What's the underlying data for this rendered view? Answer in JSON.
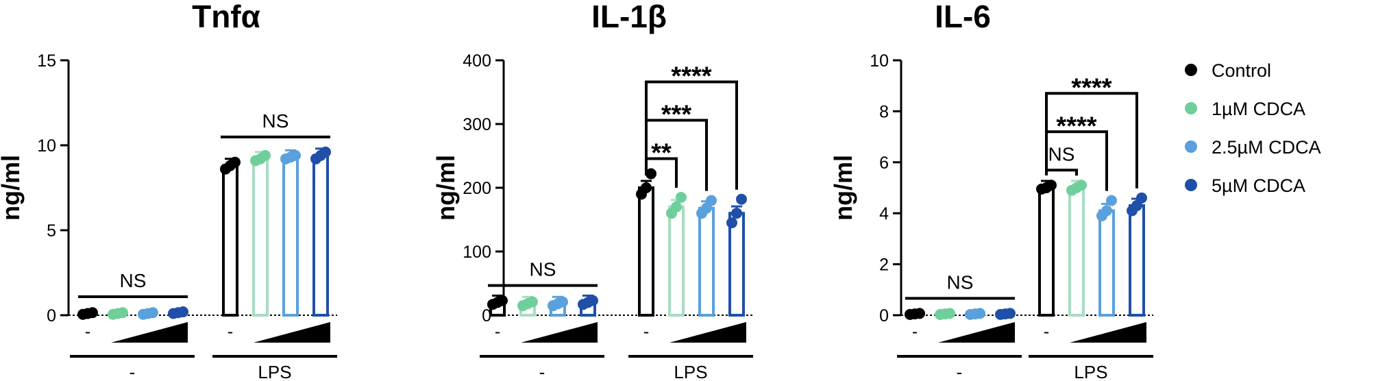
{
  "legend": [
    {
      "label": "Control",
      "color": "#000000",
      "bar_color": "#000000"
    },
    {
      "label": "1µM CDCA",
      "color": "#6fcf9b",
      "bar_color": "#a8dcc2"
    },
    {
      "label": "2.5µM CDCA",
      "color": "#5aa0dc",
      "bar_color": "#5aa0dc"
    },
    {
      "label": "5µM CDCA",
      "color": "#1f4fa8",
      "bar_color": "#1f4fa8"
    }
  ],
  "chart_data": [
    {
      "type": "bar",
      "title": "Tnfα",
      "ylabel": "ng/ml",
      "ylim": [
        0,
        15
      ],
      "yticks": [
        "0",
        "5",
        "10",
        "15"
      ],
      "groups": [
        {
          "label": "-",
          "sub_labels": [
            "-"
          ],
          "values": [
            0.1,
            0.1,
            0.1,
            0.15
          ],
          "points": [
            [
              0.05,
              0.1,
              0.15
            ],
            [
              0.05,
              0.1,
              0.15
            ],
            [
              0.05,
              0.1,
              0.15
            ],
            [
              0.1,
              0.15,
              0.2
            ]
          ],
          "annotations": [
            {
              "text": "NS",
              "from": 0,
              "to": 3
            }
          ]
        },
        {
          "label": "LPS",
          "sub_labels": [
            "-"
          ],
          "values": [
            8.8,
            9.2,
            9.3,
            9.4
          ],
          "points": [
            [
              8.6,
              8.8,
              9.0
            ],
            [
              9.1,
              9.2,
              9.4
            ],
            [
              9.2,
              9.3,
              9.4
            ],
            [
              9.2,
              9.4,
              9.6
            ]
          ],
          "annotations": [
            {
              "text": "NS",
              "from": 0,
              "to": 3
            }
          ]
        }
      ]
    },
    {
      "type": "bar",
      "title": "IL-1β",
      "ylabel": "ng/ml",
      "ylim": [
        0,
        400
      ],
      "yticks": [
        "0",
        "100",
        "200",
        "300",
        "400"
      ],
      "groups": [
        {
          "label": "-",
          "sub_labels": [
            "-"
          ],
          "values": [
            20,
            18,
            18,
            20
          ],
          "points": [
            [
              17,
              20,
              23
            ],
            [
              15,
              18,
              21
            ],
            [
              15,
              18,
              21
            ],
            [
              17,
              20,
              23
            ]
          ],
          "annotations": [
            {
              "text": "NS",
              "from": 0,
              "to": 3
            }
          ]
        },
        {
          "label": "LPS",
          "sub_labels": [
            "-"
          ],
          "values": [
            200,
            170,
            168,
            160
          ],
          "points": [
            [
              190,
              200,
              222
            ],
            [
              160,
              170,
              185
            ],
            [
              160,
              168,
              180
            ],
            [
              145,
              160,
              182
            ]
          ],
          "annotations": [
            {
              "text": "**",
              "from": 0,
              "to": 1
            },
            {
              "text": "***",
              "from": 0,
              "to": 2
            },
            {
              "text": "****",
              "from": 0,
              "to": 3
            }
          ]
        }
      ]
    },
    {
      "type": "bar",
      "title": "IL-6",
      "ylabel": "ng/ml",
      "ylim": [
        0,
        10
      ],
      "yticks": [
        "0",
        "2",
        "4",
        "6",
        "8",
        "10"
      ],
      "groups": [
        {
          "label": "-",
          "sub_labels": [
            "-"
          ],
          "values": [
            0.05,
            0.05,
            0.05,
            0.05
          ],
          "points": [
            [
              0.03,
              0.05,
              0.07
            ],
            [
              0.03,
              0.05,
              0.07
            ],
            [
              0.03,
              0.05,
              0.07
            ],
            [
              0.03,
              0.05,
              0.07
            ]
          ],
          "annotations": [
            {
              "text": "NS",
              "from": 0,
              "to": 3
            }
          ]
        },
        {
          "label": "LPS",
          "sub_labels": [
            "-"
          ],
          "values": [
            5.0,
            5.0,
            4.1,
            4.3
          ],
          "points": [
            [
              4.95,
              5.0,
              5.1
            ],
            [
              4.9,
              5.0,
              5.1
            ],
            [
              3.9,
              4.1,
              4.5
            ],
            [
              4.1,
              4.3,
              4.6
            ]
          ],
          "annotations": [
            {
              "text": "NS",
              "from": 0,
              "to": 1
            },
            {
              "text": "****",
              "from": 0,
              "to": 2
            },
            {
              "text": "****",
              "from": 0,
              "to": 3
            }
          ]
        }
      ]
    }
  ]
}
